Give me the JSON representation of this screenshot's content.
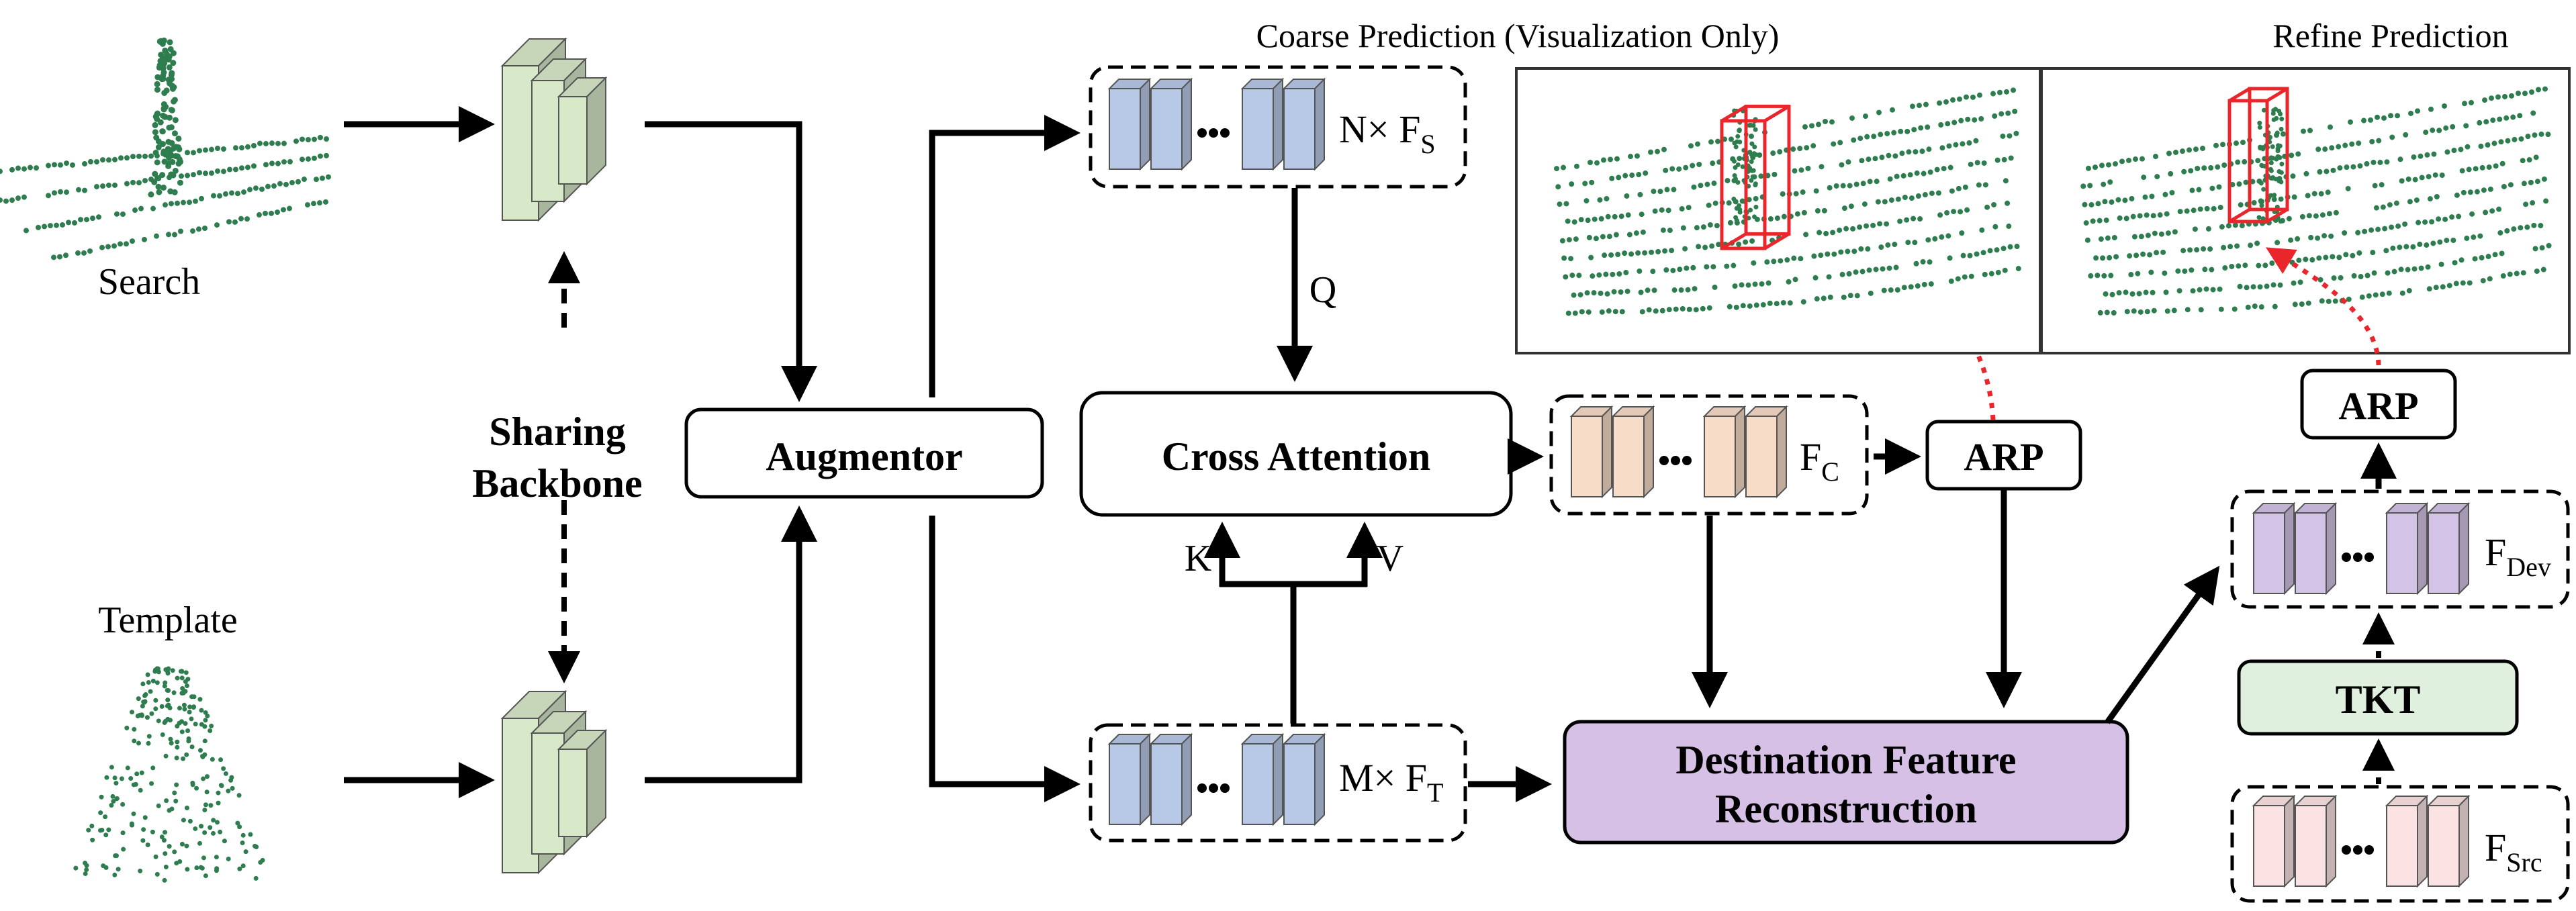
{
  "inputs": {
    "search_label": "Search",
    "template_label": "Template"
  },
  "backbone": {
    "label_line1": "Sharing",
    "label_line2": "Backbone"
  },
  "augmentor": {
    "label": "Augmentor"
  },
  "cross_attention": {
    "label": "Cross Attention",
    "q_label": "Q",
    "k_label": "K",
    "v_label": "V"
  },
  "features": {
    "fs": {
      "prefix": "N× F",
      "sub": "S"
    },
    "ft": {
      "prefix": "M× F",
      "sub": "T"
    },
    "fc": {
      "prefix": "F",
      "sub": "C"
    },
    "fdev": {
      "prefix": "F",
      "sub": "Dev"
    },
    "fsrc": {
      "prefix": "F",
      "sub": "Src"
    }
  },
  "arp": {
    "label": "ARP"
  },
  "tkt": {
    "label": "TKT"
  },
  "dfr": {
    "line1": "Destination Feature",
    "line2": "Reconstruction"
  },
  "panels": {
    "coarse_title": "Coarse Prediction (Visualization Only)",
    "refine_title": "Refine Prediction"
  },
  "colors": {
    "point_green": "#2e7d4f",
    "blue_feature": "#b8c9e8",
    "peach_feature": "#f7dcc8",
    "purple_feature": "#d3c3e6",
    "pink_feature": "#fbe3e3",
    "backbone_green": "#d8e9c9",
    "dfr_fill": "#d7c0e6",
    "tkt_fill": "#dff0df",
    "box_red": "#e8262c"
  }
}
